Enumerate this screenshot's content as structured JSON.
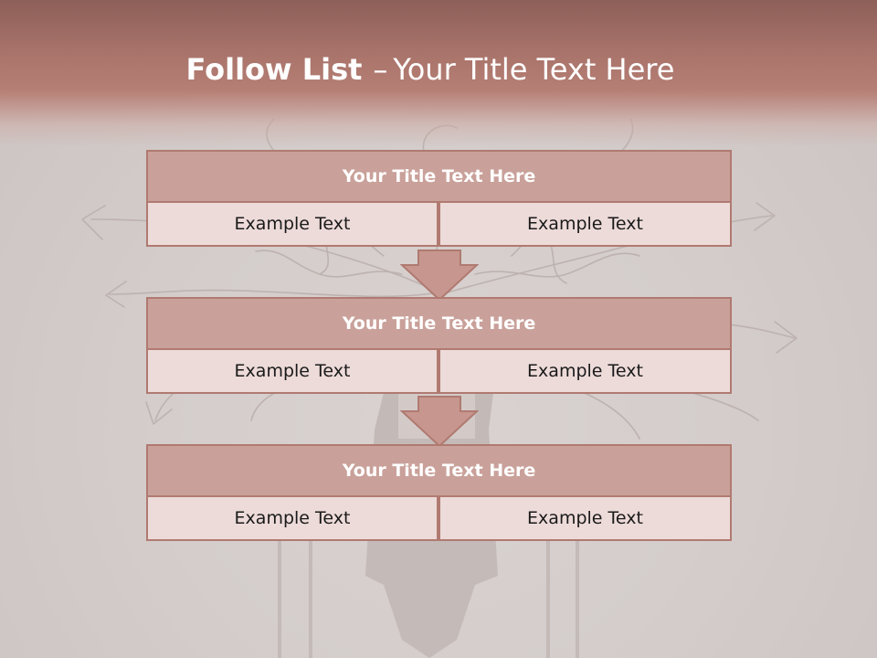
{
  "header": {
    "title_bold": "Follow List",
    "title_dash": "–",
    "title_rest": "Your Title Text Here"
  },
  "blocks": [
    {
      "title": "Your Title Text Here",
      "left": "Example Text",
      "right": "Example Text"
    },
    {
      "title": "Your Title Text Here",
      "left": "Example Text",
      "right": "Example Text"
    },
    {
      "title": "Your Title Text Here",
      "left": "Example Text",
      "right": "Example Text"
    }
  ],
  "colors": {
    "header": "#b67f75",
    "block_title_fill": "#c9a19a",
    "cell_fill": "#eddbd9",
    "border": "#b07a71",
    "arrow_fill": "#c7978f"
  },
  "icons": [
    "down-arrow-icon",
    "down-arrow-icon"
  ]
}
